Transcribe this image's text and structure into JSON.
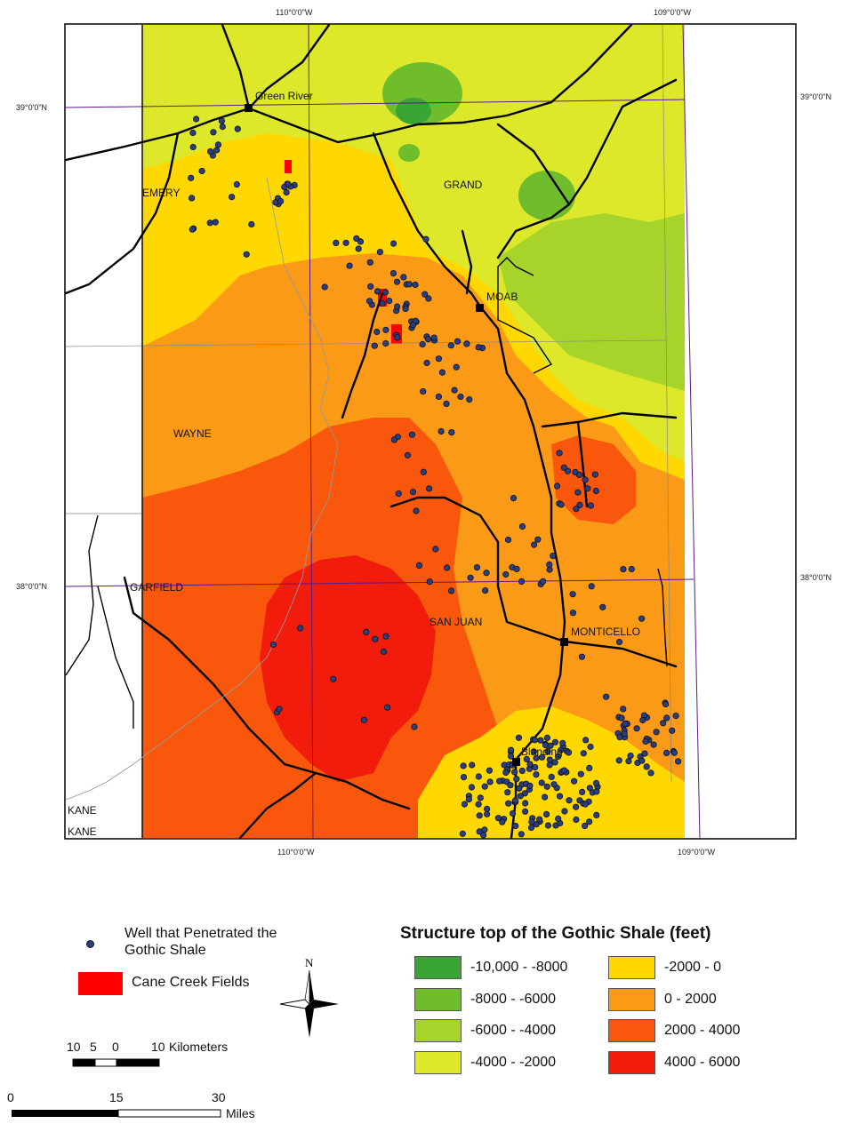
{
  "map": {
    "graticule": {
      "lon_110": "110°0'0\"W",
      "lon_109": "109°0'0\"W",
      "lat_39": "39°0'0\"N",
      "lat_38": "38°0'0\"N"
    },
    "counties": {
      "emery": "EMERY",
      "grand": "GRAND",
      "wayne": "WAYNE",
      "garfield": "GARFIELD",
      "san_juan": "SAN JUAN",
      "kane_1": "KANE",
      "kane_2": "KANE"
    },
    "towns": {
      "green_river": "Green River",
      "moab": "MOAB",
      "monticello": "MONTICELLO",
      "blanding": "Blanding"
    },
    "colors": {
      "c_m10000_m8000": "#3aa435",
      "c_m8000_m6000": "#6fbd2a",
      "c_m6000_m4000": "#a6d42a",
      "c_m4000_m2000": "#dde82a",
      "c_m2000_0": "#fed800",
      "c_0_2000": "#fb9a16",
      "c_2000_4000": "#f9580c",
      "c_4000_6000": "#f21c0c",
      "well": "#2a3f82"
    }
  },
  "legend": {
    "well_label": "Well that Penetrated the Gothic Shale",
    "cane_creek_label": "Cane Creek Fields",
    "title": "Structure top of the Gothic Shale (feet)",
    "classes": [
      {
        "label": "-10,000 - -8000",
        "color": "#3aa435"
      },
      {
        "label": "-8000 - -6000",
        "color": "#6fbd2a"
      },
      {
        "label": "-6000 - -4000",
        "color": "#a6d42a"
      },
      {
        "label": "-4000 - -2000",
        "color": "#dde82a"
      },
      {
        "label": "-2000 - 0",
        "color": "#fed800"
      },
      {
        "label": "0 - 2000",
        "color": "#fb9a16"
      },
      {
        "label": "2000 - 4000",
        "color": "#f9580c"
      },
      {
        "label": "4000 - 6000",
        "color": "#f21c0c"
      }
    ],
    "cane_creek_color": "#ff0000"
  },
  "north_arrow": {
    "label": "N"
  },
  "scale_km": {
    "ticks": [
      "10",
      "5",
      "0",
      "10"
    ],
    "unit": "Kilometers"
  },
  "scale_mi": {
    "ticks": [
      "0",
      "15",
      "30"
    ],
    "unit": "Miles"
  }
}
